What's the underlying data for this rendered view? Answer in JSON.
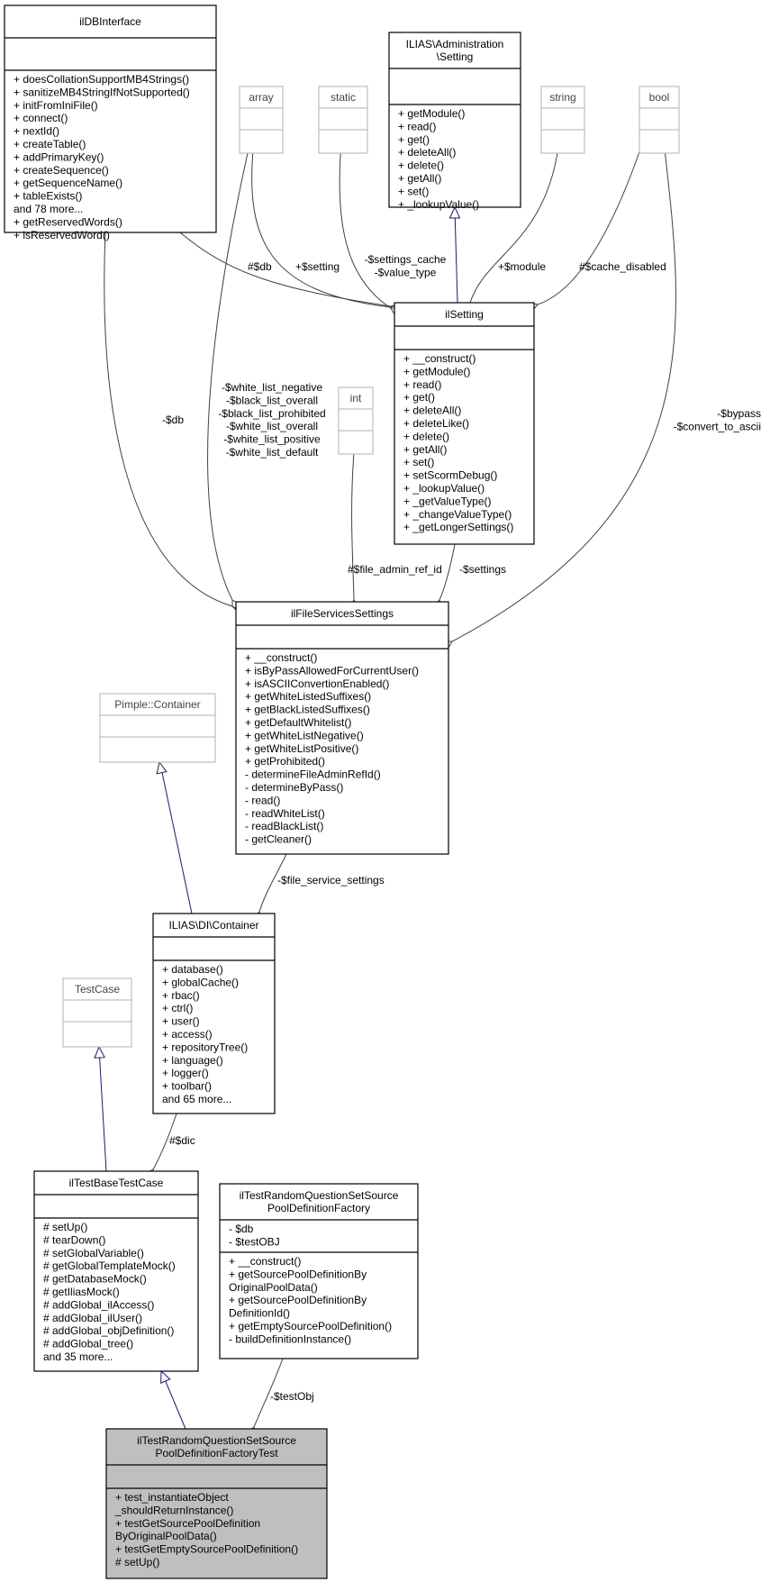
{
  "classes": {
    "ilDBInterface": {
      "title": [
        "ilDBInterface"
      ],
      "attrs": [],
      "methods": [
        "+ doesCollationSupportMB4Strings()",
        "+ sanitizeMB4StringIfNotSupported()",
        "+ initFromIniFile()",
        "+ connect()",
        "+ nextId()",
        "+ createTable()",
        "+ addPrimaryKey()",
        "+ createSequence()",
        "+ getSequenceName()",
        "+ tableExists()",
        "and 78 more...",
        "+ getReservedWords()",
        "+ isReservedWord()"
      ]
    },
    "array": {
      "title": [
        "array"
      ],
      "attrs": [],
      "methods": []
    },
    "static": {
      "title": [
        "static"
      ],
      "attrs": [],
      "methods": []
    },
    "AdminSetting": {
      "title": [
        "ILIAS\\Administration",
        "\\Setting"
      ],
      "attrs": [],
      "methods": [
        "+ getModule()",
        "+ read()",
        "+ get()",
        "+ deleteAll()",
        "+ delete()",
        "+ getAll()",
        "+ set()",
        "+ _lookupValue()"
      ]
    },
    "string": {
      "title": [
        "string"
      ],
      "attrs": [],
      "methods": []
    },
    "bool": {
      "title": [
        "bool"
      ],
      "attrs": [],
      "methods": []
    },
    "ilSetting": {
      "title": [
        "ilSetting"
      ],
      "attrs": [],
      "methods": [
        "+ __construct()",
        "+ getModule()",
        "+ read()",
        "+ get()",
        "+ deleteAll()",
        "+ deleteLike()",
        "+ delete()",
        "+ getAll()",
        "+ set()",
        "+ setScormDebug()",
        "+ _lookupValue()",
        "+ _getValueType()",
        "+ _changeValueType()",
        "+ _getLongerSettings()"
      ]
    },
    "int": {
      "title": [
        "int"
      ],
      "attrs": [],
      "methods": []
    },
    "ilFileServicesSettings": {
      "title": [
        "ilFileServicesSettings"
      ],
      "attrs": [],
      "methods": [
        "+ __construct()",
        "+ isByPassAllowedForCurrentUser()",
        "+ isASCIIConvertionEnabled()",
        "+ getWhiteListedSuffixes()",
        "+ getBlackListedSuffixes()",
        "+ getDefaultWhitelist()",
        "+ getWhiteListNegative()",
        "+ getWhiteListPositive()",
        "+ getProhibited()",
        "- determineFileAdminRefId()",
        "- determineByPass()",
        "- read()",
        "- readWhiteList()",
        "- readBlackList()",
        "- getCleaner()"
      ]
    },
    "PimpleContainer": {
      "title": [
        "Pimple::Container"
      ],
      "attrs": [],
      "methods": []
    },
    "DIContainer": {
      "title": [
        "ILIAS\\DI\\Container"
      ],
      "attrs": [],
      "methods": [
        "+ database()",
        "+ globalCache()",
        "+ rbac()",
        "+ ctrl()",
        "+ user()",
        "+ access()",
        "+ repositoryTree()",
        "+ language()",
        "+ logger()",
        "+ toolbar()",
        "and 65 more..."
      ]
    },
    "TestCase": {
      "title": [
        "TestCase"
      ],
      "attrs": [],
      "methods": []
    },
    "ilTestBaseTestCase": {
      "title": [
        "ilTestBaseTestCase"
      ],
      "attrs": [],
      "methods": [
        "# setUp()",
        "# tearDown()",
        "# setGlobalVariable()",
        "# getGlobalTemplateMock()",
        "# getDatabaseMock()",
        "# getIliasMock()",
        "# addGlobal_ilAccess()",
        "# addGlobal_ilUser()",
        "# addGlobal_objDefinition()",
        "# addGlobal_tree()",
        "and 35 more..."
      ]
    },
    "Factory": {
      "title": [
        "ilTestRandomQuestionSetSource",
        "PoolDefinitionFactory"
      ],
      "attrs": [
        "- $db",
        "- $testOBJ"
      ],
      "methods": [
        "+ __construct()",
        "+ getSourcePoolDefinitionBy",
        "OriginalPoolData()",
        "+ getSourcePoolDefinitionBy",
        "DefinitionId()",
        "+ getEmptySourcePoolDefinition()",
        "- buildDefinitionInstance()"
      ]
    },
    "FactoryTest": {
      "title": [
        "ilTestRandomQuestionSetSource",
        "PoolDefinitionFactoryTest"
      ],
      "attrs": [],
      "methods": [
        "+ test_instantiateObject",
        "_shouldReturnInstance()",
        "+ testGetSourcePoolDefinition",
        "ByOriginalPoolData()",
        "+ testGetEmptySourcePoolDefinition()",
        "# setUp()"
      ]
    }
  },
  "edges": [
    {
      "id": "e1",
      "kind": "aggregation",
      "label": [
        "#$db"
      ]
    },
    {
      "id": "e2",
      "kind": "aggregation",
      "label": [
        "+$setting"
      ]
    },
    {
      "id": "e3",
      "kind": "aggregation",
      "label": [
        "-$settings_cache",
        "-$value_type"
      ]
    },
    {
      "id": "e4",
      "kind": "inheritance",
      "label": []
    },
    {
      "id": "e5",
      "kind": "aggregation",
      "label": [
        "+$module"
      ]
    },
    {
      "id": "e6",
      "kind": "aggregation",
      "label": [
        "#$cache_disabled"
      ]
    },
    {
      "id": "e7",
      "kind": "aggregation",
      "label": [
        "-$db"
      ]
    },
    {
      "id": "e8",
      "kind": "aggregation",
      "label": [
        "-$white_list_negative",
        "-$black_list_overall",
        "-$black_list_prohibited",
        "-$white_list_overall",
        "-$white_list_positive",
        "-$white_list_default"
      ]
    },
    {
      "id": "e9",
      "kind": "aggregation",
      "label": [
        "#$file_admin_ref_id"
      ]
    },
    {
      "id": "e10",
      "kind": "aggregation",
      "label": [
        "-$settings"
      ]
    },
    {
      "id": "e11",
      "kind": "aggregation",
      "label": [
        "-$bypass",
        "-$convert_to_ascii"
      ]
    },
    {
      "id": "e12",
      "kind": "inheritance",
      "label": []
    },
    {
      "id": "e13",
      "kind": "aggregation",
      "label": [
        "-$file_service_settings"
      ]
    },
    {
      "id": "e14",
      "kind": "inheritance",
      "label": []
    },
    {
      "id": "e15",
      "kind": "aggregation",
      "label": [
        "#$dic"
      ]
    },
    {
      "id": "e16",
      "kind": "inheritance",
      "label": []
    },
    {
      "id": "e17",
      "kind": "aggregation",
      "label": [
        "-$testObj"
      ]
    }
  ]
}
